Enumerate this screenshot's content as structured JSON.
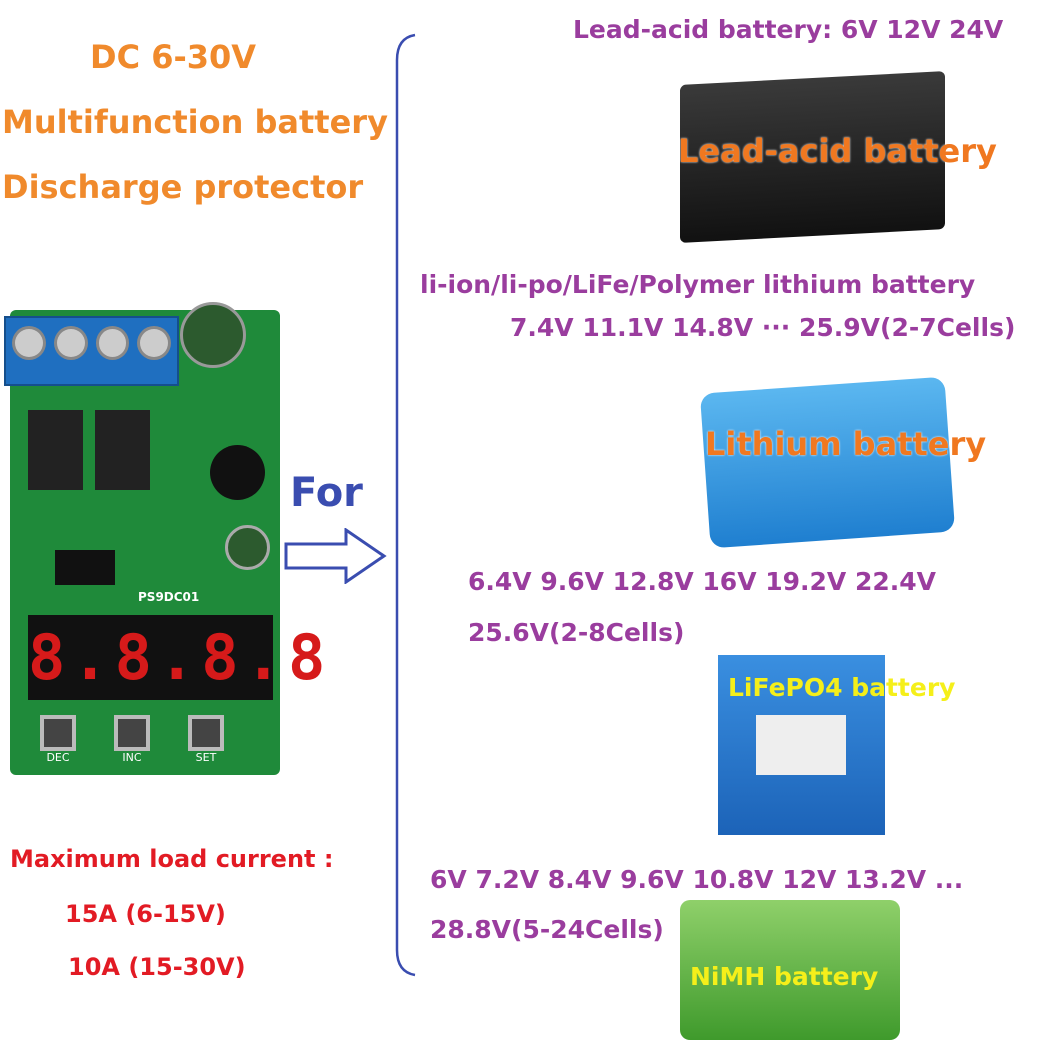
{
  "title": {
    "line1": "DC 6-30V",
    "line2": "Multifunction battery",
    "line3": "Discharge protector"
  },
  "board": {
    "model": "PS9DC01",
    "display": "8.8.8.8",
    "buttons": [
      "DEC",
      "INC",
      "SET"
    ]
  },
  "for_label": "For",
  "load": {
    "heading": "Maximum load current :",
    "line1": "15A (6-15V)",
    "line2": "10A (15-30V)"
  },
  "batteries": [
    {
      "spec1": "Lead-acid battery: 6V 12V 24V",
      "label": "Lead-acid battery"
    },
    {
      "spec1": "li-ion/li-po/LiFe/Polymer lithium battery",
      "spec2": "7.4V 11.1V 14.8V ··· 25.9V(2-7Cells)",
      "label": "Lithium battery"
    },
    {
      "spec1": "6.4V 9.6V 12.8V 16V 19.2V 22.4V",
      "spec2": "25.6V(2-8Cells)",
      "label": "LiFePO4 battery"
    },
    {
      "spec1": "6V 7.2V 8.4V 9.6V 10.8V 12V 13.2V  ...",
      "spec2": "28.8V(5-24Cells)",
      "label": "NiMH battery"
    }
  ],
  "colors": {
    "title": "#f08a2c",
    "spec": "#9a3d9e",
    "load": "#e21b24",
    "accent": "#3a4db0",
    "pcb": "#1f8a3a"
  }
}
